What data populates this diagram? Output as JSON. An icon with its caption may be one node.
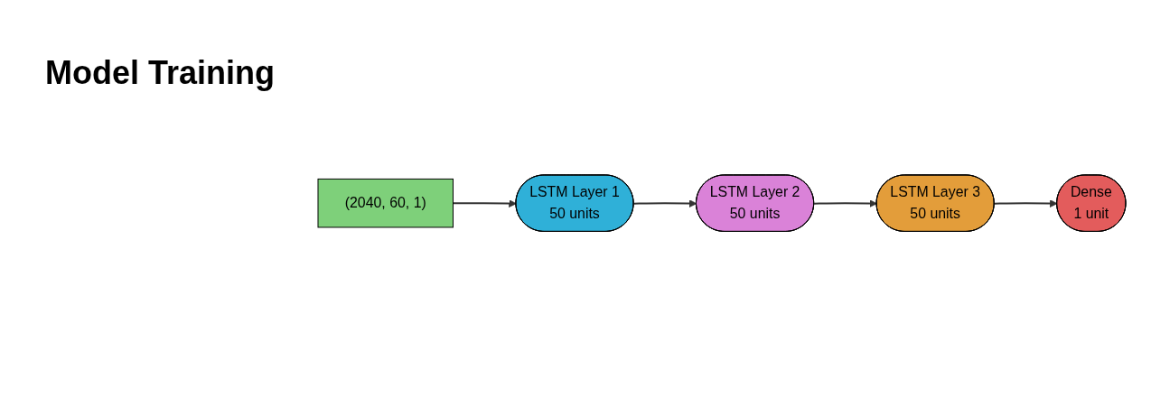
{
  "diagram": {
    "title": "Model Training",
    "nodes": [
      {
        "text": [
          "Dense",
          "1 unit"
        ]
      },
      {
        "text": [
          "LSTM Layer 3",
          "50 units"
        ]
      },
      {
        "text": [
          "(2040, 60, 1)"
        ]
      },
      {
        "text": [
          "LSTM Layer 1",
          "50 units"
        ]
      },
      {
        "text": [
          "LSTM Layer 2",
          "50 units"
        ]
      }
    ],
    "edges": [
      {
        "from": 2,
        "to": 3,
        "arrow": "to"
      },
      {
        "from": 3,
        "to": 4,
        "arrow": "to"
      },
      {
        "from": 4,
        "to": 1,
        "arrow": "to"
      },
      {
        "from": 1,
        "to": 0,
        "arrow": "to"
      }
    ]
  }
}
